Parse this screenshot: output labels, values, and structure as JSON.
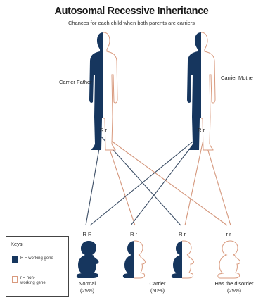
{
  "title": "Autosomal Recessive Inheritance",
  "subtitle": "Chances for each child when both parents are carriers",
  "parents": {
    "father": {
      "label": "Carrier Father",
      "genotype": "R r"
    },
    "mother": {
      "label": "Carrier Mothe",
      "genotype": "R r"
    }
  },
  "children": [
    {
      "genotype": "R R",
      "status": "Normal",
      "chance": "(25%)"
    },
    {
      "genotype": "R r",
      "status": "",
      "chance": ""
    },
    {
      "genotype": "R r",
      "status": "",
      "chance": ""
    },
    {
      "genotype": "r r",
      "status": "Has the disorder",
      "chance": "(25%)"
    }
  ],
  "carrier_group": {
    "status": "Carrier",
    "chance": "(50%)"
  },
  "key": {
    "title": "Keys:",
    "dominant": "R = working gene",
    "recessive": "r = non-working gene"
  },
  "colors": {
    "dominant": "#16365e",
    "recessive": "#d99a7e",
    "dominant_line": "#3c4e66",
    "recessive_line": "#d4967b"
  }
}
